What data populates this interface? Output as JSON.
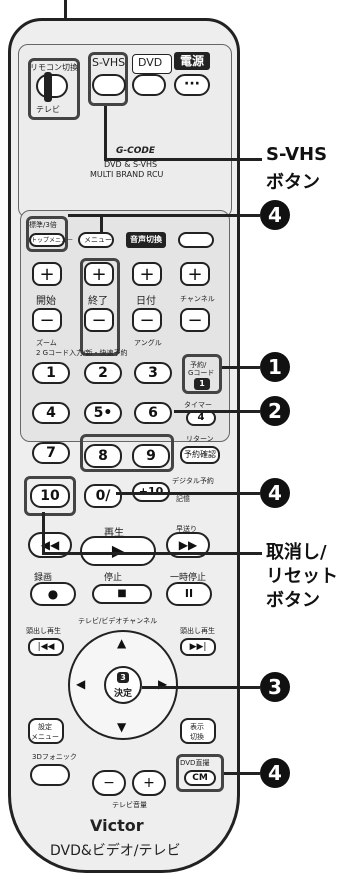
{
  "top": {
    "remocon_switch_label": "リモコン切換",
    "tv_label": "テレビ",
    "svhs_button_label": "S-VHS",
    "dvd_button_label": "DVD",
    "power_label": "電源",
    "power_dots": "···",
    "gcode_label": "G-CODE",
    "brand_line1": "DVD & S-VHS",
    "brand_line2": "MULTI BRAND RCU"
  },
  "callouts": {
    "svhs_caption_line1": "S-VHS",
    "svhs_caption_line2": "ボタン",
    "cancel_caption_line1": "取消し/",
    "cancel_caption_line2": "リセット",
    "cancel_caption_line3": "ボタン",
    "num4_a": "4",
    "num1": "1",
    "num2": "2",
    "num4_b": "4",
    "num3": "3",
    "num4_c": "4"
  },
  "mid": {
    "hyojun_label": "標準/3倍",
    "top_menu": "トップメニュー",
    "menu": "メニュー",
    "audio_switch": "音声切換",
    "col_labels": [
      "開始",
      "終了",
      "日付",
      "チャンネル"
    ],
    "zoom": "ズーム",
    "angle": "アングル",
    "gcode_input": "2 Gコード入力/新・快速予約",
    "reserve_label": "予約/",
    "gcode_btn": "Gコード",
    "timer": "タイマー",
    "return_label": "リターン",
    "reserve_check": "予約確認",
    "digital": "デジタル予約",
    "memory": "記憶"
  },
  "keypad": {
    "keys": [
      "1",
      "2",
      "3",
      "4",
      "5•",
      "6",
      "7",
      "8",
      "9",
      "10",
      "0/",
      "+10"
    ]
  },
  "transport": {
    "play": "再生",
    "ff": "早送り",
    "record": "録画",
    "stop": "停止",
    "pause": "一時停止",
    "cue_prev": "頭出し再生",
    "cue_next": "頭出し再生",
    "tv_video_ch": "テレビ/ビデオチャンネル",
    "enter": "決定",
    "setup_menu_1": "設定",
    "setup_menu_2": "メニュー",
    "display_1": "表示",
    "display_2": "切換",
    "surround": "3Dフォニック",
    "dvd_direct": "DVD直撮",
    "cm": "CM",
    "tv_volume": "テレビ音量",
    "minus": "−",
    "plus": "+"
  },
  "footer": {
    "logo": "Victor",
    "caption": "DVD&ビデオ/テレビ"
  }
}
